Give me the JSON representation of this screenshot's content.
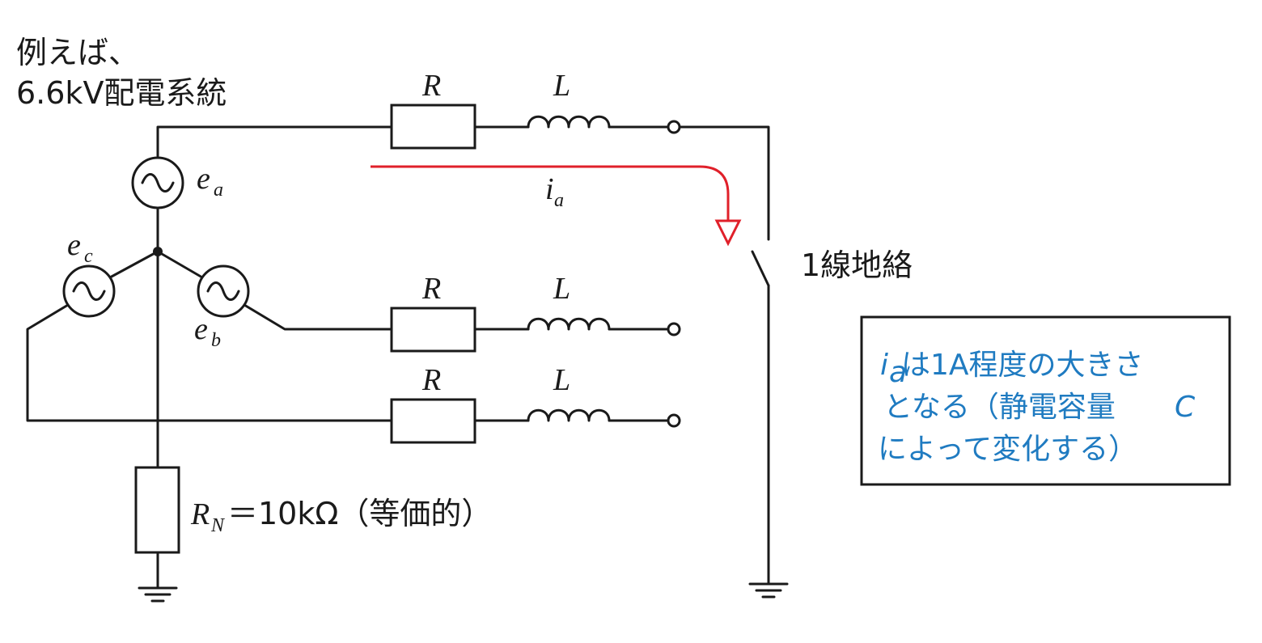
{
  "caption": {
    "line1": "例えば、",
    "line2": "6.6kV配電系統"
  },
  "lines": [
    {
      "resistor": "R",
      "inductor": "L"
    },
    {
      "resistor": "R",
      "inductor": "L"
    },
    {
      "resistor": "R",
      "inductor": "L"
    }
  ],
  "sources": {
    "a": {
      "main": "e",
      "sub": "a"
    },
    "b": {
      "main": "e",
      "sub": "b"
    },
    "c": {
      "main": "e",
      "sub": "c"
    }
  },
  "current": {
    "main": "i",
    "sub": "a",
    "color": "#e0202a"
  },
  "fault_label": "1線地絡",
  "neutral_resistor": {
    "main": "R",
    "sub": "N",
    "value": "＝10kΩ（等価的）"
  },
  "note": {
    "var_main": "i",
    "var_sub": "a",
    "line1": "は1A程度の大きさ",
    "line2a": "となる（静電容量",
    "line2var": "C",
    "line3": "によって変化する）",
    "color": "#1f7bc1"
  }
}
